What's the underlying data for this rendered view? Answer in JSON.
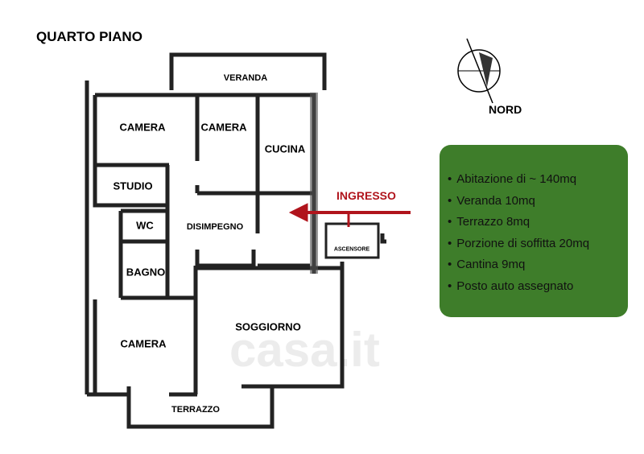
{
  "title": "QUARTO PIANO",
  "compass": {
    "label": "NORD"
  },
  "rooms": {
    "veranda": "VERANDA",
    "camera1": "CAMERA",
    "camera2": "CAMERA",
    "cucina": "CUCINA",
    "studio": "STUDIO",
    "wc": "WC",
    "disimpegno": "DISIMPEGNO",
    "ascensore": "ASCENSORE",
    "bagno": "BAGNO",
    "camera3": "CAMERA",
    "soggiorno": "SOGGIORNO",
    "terrazzo": "TERRAZZO"
  },
  "entrance": {
    "label": "INGRESSO",
    "color": "#b0141c"
  },
  "features": {
    "color": "#3e7d2a",
    "items": [
      "Abitazione di ~ 140mq",
      "Veranda 10mq",
      "Terrazzo 8mq",
      "Porzione di soffitta 20mq",
      "Cantina 9mq",
      "Posto auto assegnato"
    ]
  },
  "watermark": "casa.it"
}
